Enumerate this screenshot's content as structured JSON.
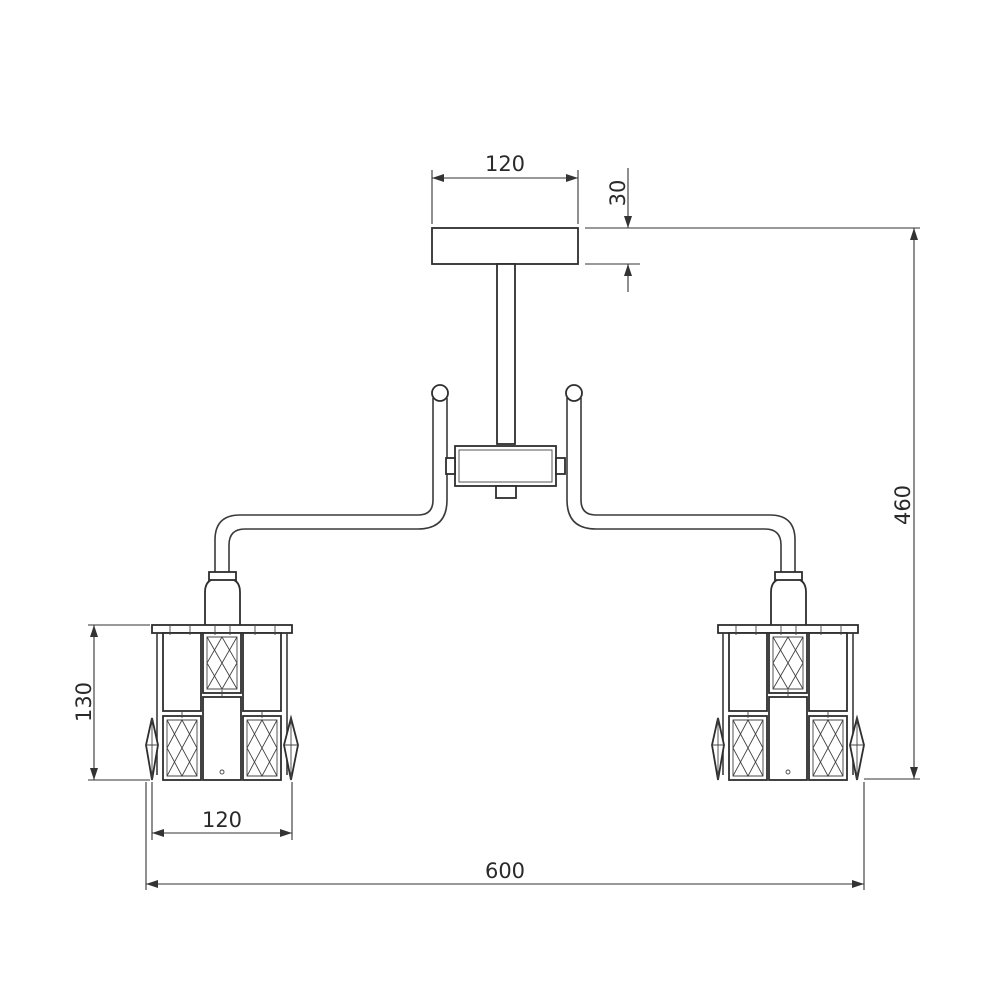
{
  "drawing": {
    "dimensions": {
      "canopy_width": "120",
      "canopy_height": "30",
      "total_height": "460",
      "shade_height": "130",
      "shade_width": "120",
      "total_width": "600"
    },
    "colors": {
      "line": "#3a3a3a",
      "background": "#ffffff"
    }
  }
}
